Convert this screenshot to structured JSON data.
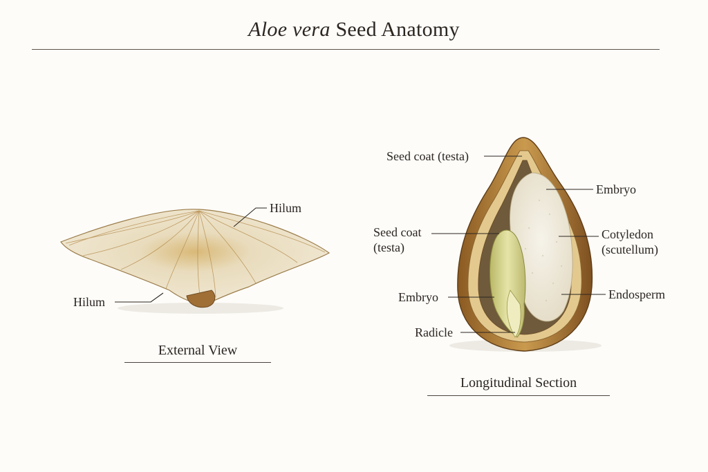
{
  "title": {
    "genus": "Aloe vera",
    "rest": "Seed Anatomy"
  },
  "external": {
    "caption": "External View",
    "labels": {
      "hilum_top": "Hilum",
      "hilum_bottom": "Hilum"
    }
  },
  "section": {
    "caption": "Longitudinal Section",
    "labels": {
      "seed_coat_top": "Seed coat (testa)",
      "seed_coat_left_1": "Seed coat",
      "seed_coat_left_2": "(testa)",
      "embryo_left": "Embryo",
      "radicle": "Radicle",
      "embryo_right": "Embryo",
      "cotyledon_1": "Cotyledon",
      "cotyledon_2": "(scutellum)",
      "endosperm": "Endosperm"
    }
  },
  "colors": {
    "seed_coat": "#b8893e",
    "endosperm": "#efeadb",
    "embryo": "#d9d98f",
    "wing": "#e8dcc0"
  }
}
